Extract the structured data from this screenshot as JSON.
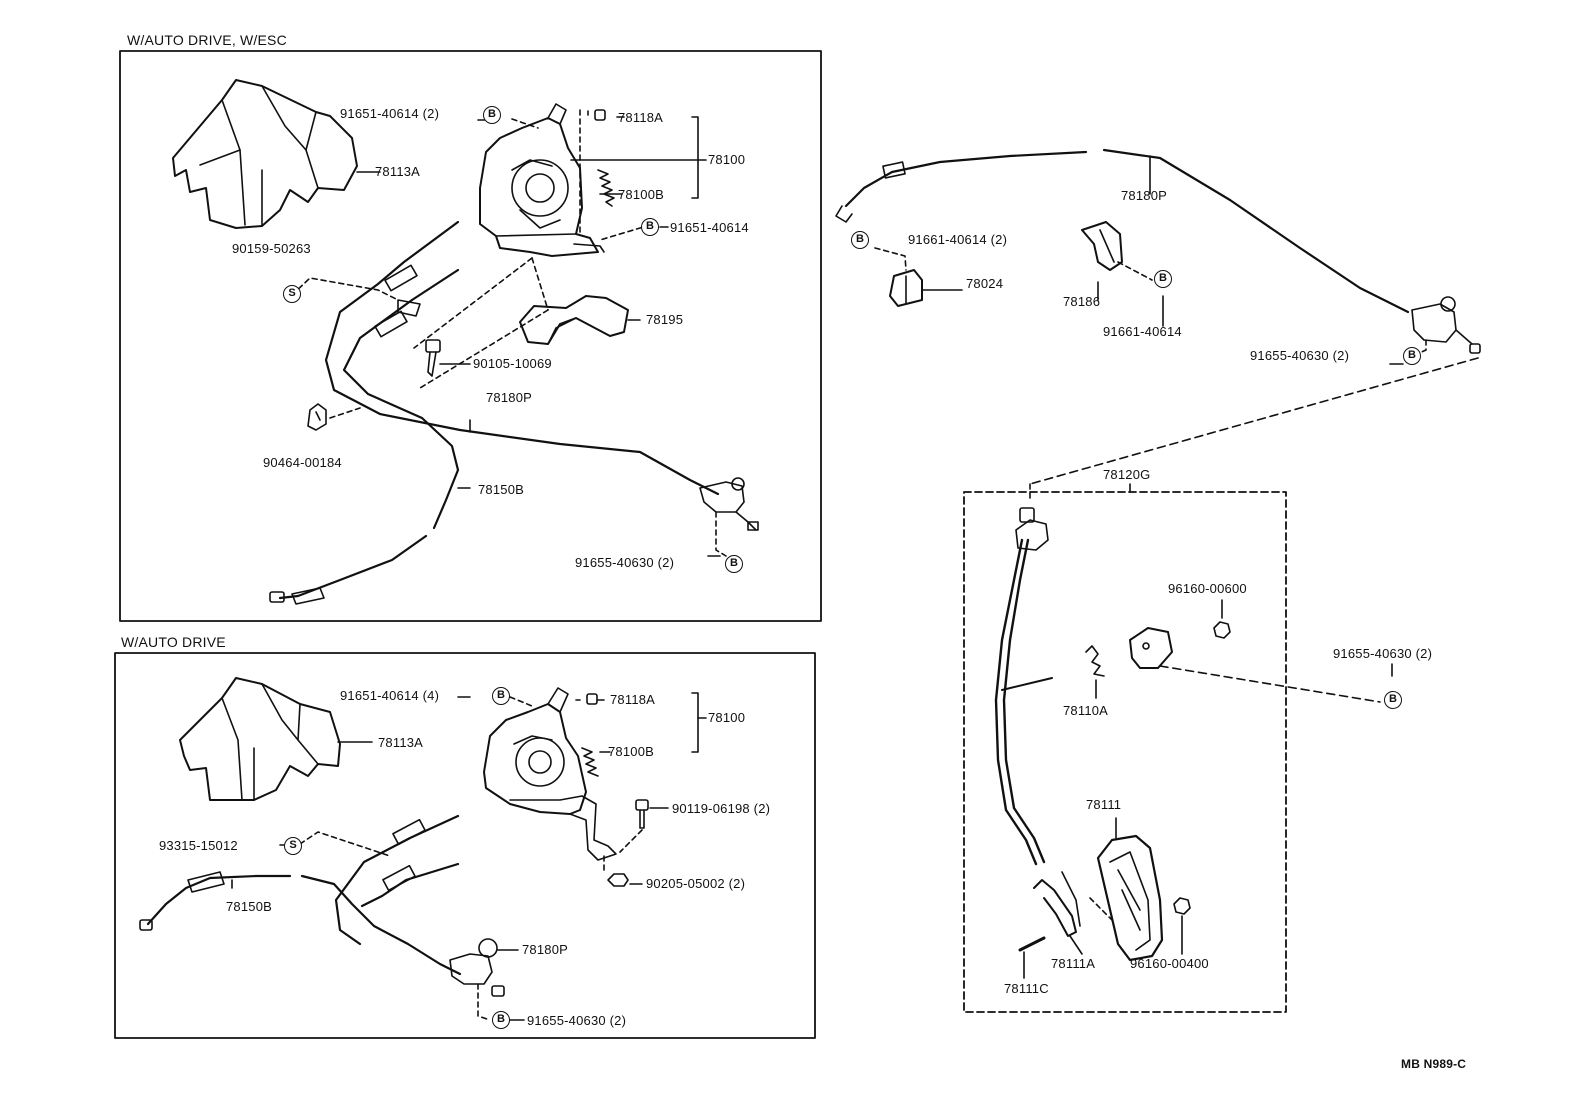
{
  "sections": {
    "top_left_title": "W/AUTO DRIVE, W/ESC",
    "bottom_left_title": "W/AUTO DRIVE"
  },
  "top_left": {
    "p91651_40614_2": "91651-40614 (2)",
    "p78118A": "78118A",
    "p78100": "78100",
    "p78100B": "78100B",
    "p78113A": "78113A",
    "p91651_40614": "91651-40614",
    "p90159_50263": "90159-50263",
    "p78195": "78195",
    "p90105_10069": "90105-10069",
    "p78180P": "78180P",
    "p90464_00184": "90464-00184",
    "p78150B": "78150B",
    "p91655_40630_2": "91655-40630 (2)"
  },
  "bottom_left": {
    "p91651_40614_4": "91651-40614 (4)",
    "p78118A": "78118A",
    "p78100": "78100",
    "p78113A": "78113A",
    "p78100B": "78100B",
    "p90119_06198_2": "90119-06198 (2)",
    "p93315_15012": "93315-15012",
    "p90205_05002_2": "90205-05002 (2)",
    "p78150B": "78150B",
    "p78180P": "78180P",
    "p91655_40630_2": "91655-40630 (2)"
  },
  "right": {
    "p78180P": "78180P",
    "p91661_40614_2": "91661-40614 (2)",
    "p78024": "78024",
    "p78186": "78186",
    "p91661_40614": "91661-40614",
    "p91655_40630_2_top": "91655-40630 (2)",
    "p78120G": "78120G",
    "p96160_00600": "96160-00600",
    "p91655_40630_2_mid": "91655-40630 (2)",
    "p78110A": "78110A",
    "p78111": "78111",
    "p78111A": "78111A",
    "p96160_00400": "96160-00400",
    "p78111C": "78111C"
  },
  "markers": {
    "bolt": "B",
    "screw": "S"
  },
  "drawing_code": "MB N989-C"
}
